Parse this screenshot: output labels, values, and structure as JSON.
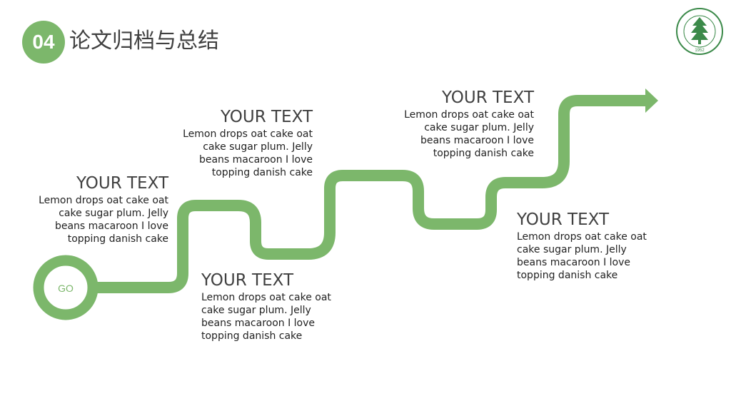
{
  "header": {
    "section_number": "04",
    "section_title": "论文归档与总结"
  },
  "logo": {
    "icon": "university-seal-icon",
    "year": "1952"
  },
  "timeline": {
    "start_label": "GO",
    "path_color": "#7cb76b"
  },
  "steps": [
    {
      "title": "YOUR TEXT",
      "body_lines": [
        "Lemon drops oat cake oat",
        "cake sugar plum. Jelly",
        "beans macaroon I love",
        "topping danish cake"
      ]
    },
    {
      "title": "YOUR TEXT",
      "body_lines": [
        "Lemon drops oat cake oat",
        "cake sugar plum. Jelly",
        "beans macaroon I love",
        "topping danish cake"
      ]
    },
    {
      "title": "YOUR TEXT",
      "body_lines": [
        "Lemon drops oat cake oat",
        "cake sugar plum. Jelly",
        "beans macaroon I love",
        "topping danish cake"
      ]
    },
    {
      "title": "YOUR TEXT",
      "body_lines": [
        "Lemon drops oat cake oat",
        "cake sugar plum. Jelly",
        "beans macaroon I love",
        "topping danish cake"
      ]
    },
    {
      "title": "YOUR TEXT",
      "body_lines": [
        "Lemon drops oat cake oat",
        "cake sugar plum. Jelly",
        "beans macaroon I love",
        "topping danish cake"
      ]
    }
  ]
}
